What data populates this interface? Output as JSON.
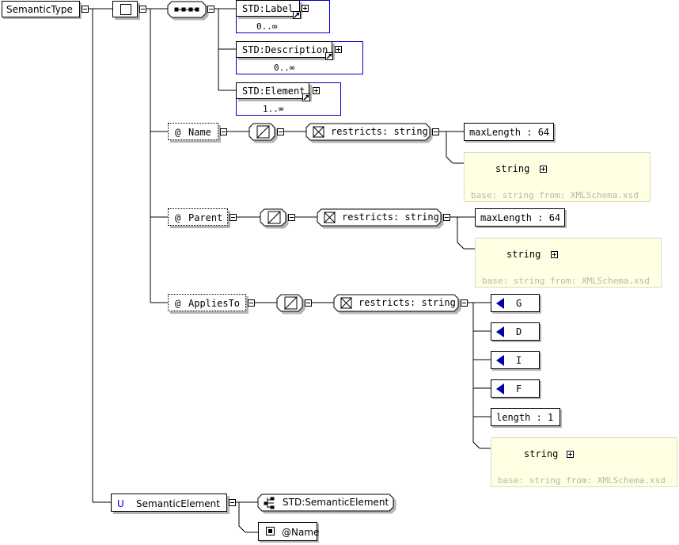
{
  "root": {
    "label": "SemanticType"
  },
  "sequence": {
    "elements": [
      {
        "name": "STD:Label",
        "occurs": "0..∞"
      },
      {
        "name": "STD:Description",
        "occurs": "0..∞"
      },
      {
        "name": "STD:Element",
        "occurs": "1..∞"
      }
    ]
  },
  "attributes": [
    {
      "name": "Name",
      "at": "@",
      "restricts": "restricts: string",
      "facets": [
        "maxLength : 64"
      ],
      "base_type": "string",
      "base_note": "base: string from: XMLSchema.xsd"
    },
    {
      "name": "Parent",
      "at": "@",
      "restricts": "restricts: string",
      "facets": [
        "maxLength : 64"
      ],
      "base_type": "string",
      "base_note": "base: string from: XMLSchema.xsd"
    },
    {
      "name": "AppliesTo",
      "at": "@",
      "restricts": "restricts: string",
      "enums": [
        "G",
        "D",
        "I",
        "F"
      ],
      "facets": [
        "length : 1"
      ],
      "base_type": "string",
      "base_note": "base: string from: XMLSchema.xsd"
    }
  ],
  "unique": {
    "badge": "U",
    "label": "SemanticElement",
    "selector": "STD:SemanticElement",
    "field": "@Name"
  },
  "colors": {
    "occurs_border": "#0000cc",
    "base_panel": "#ffffe4",
    "enum_arrow": "#0000aa"
  }
}
